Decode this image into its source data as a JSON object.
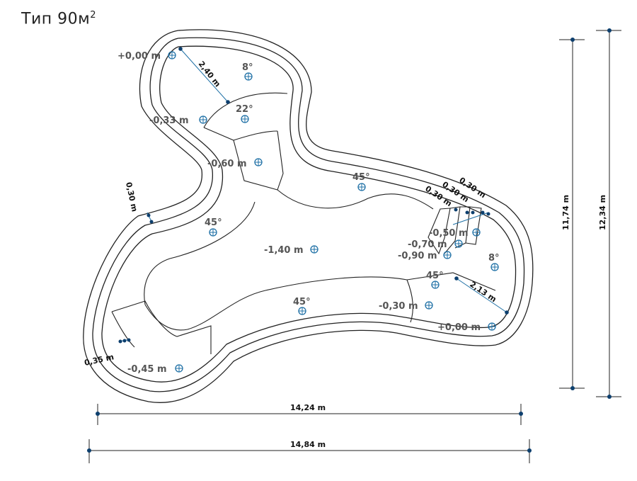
{
  "title": {
    "text": "Тип 90м",
    "sup": "2"
  },
  "levels": [
    {
      "id": "level-top-zero",
      "text": "+0,00 m"
    },
    {
      "id": "level-top-033",
      "text": "-0,33 m"
    },
    {
      "id": "level-top-060",
      "text": "-0,60 m"
    },
    {
      "id": "level-center-140",
      "text": "-1,40 m"
    },
    {
      "id": "level-step-050",
      "text": "-0,50 m"
    },
    {
      "id": "level-step-070",
      "text": "-0,70 m"
    },
    {
      "id": "level-step-090",
      "text": "-0,90 m"
    },
    {
      "id": "level-right-030",
      "text": "-0,30 m"
    },
    {
      "id": "level-right-zero",
      "text": "+0,00 m"
    },
    {
      "id": "level-bottom-045",
      "text": "-0,45 m"
    }
  ],
  "angles": [
    {
      "id": "angle-top-8",
      "text": "8°"
    },
    {
      "id": "angle-top-22",
      "text": "22°"
    },
    {
      "id": "angle-upper-45",
      "text": "45°"
    },
    {
      "id": "angle-left-45",
      "text": "45°"
    },
    {
      "id": "angle-bottom-45",
      "text": "45°"
    },
    {
      "id": "angle-right-45",
      "text": "45°"
    },
    {
      "id": "angle-right-8",
      "text": "8°"
    }
  ],
  "dimensions": {
    "top_slope": "2,40 m",
    "right_slope": "2,13 m",
    "wall_left": "0,30 m",
    "wall_bottom": "0,35 m",
    "steps": [
      "0,30 m",
      "0,30 m",
      "0,30 m"
    ],
    "width_inner": "14,24 m",
    "width_outer": "14,84 m",
    "height_inner": "11,74 m",
    "height_outer": "12,34 m"
  },
  "colors": {
    "marker": "#1d6fa5",
    "dot": "#0d3f6e",
    "label": "#555555",
    "line": "#222222"
  }
}
